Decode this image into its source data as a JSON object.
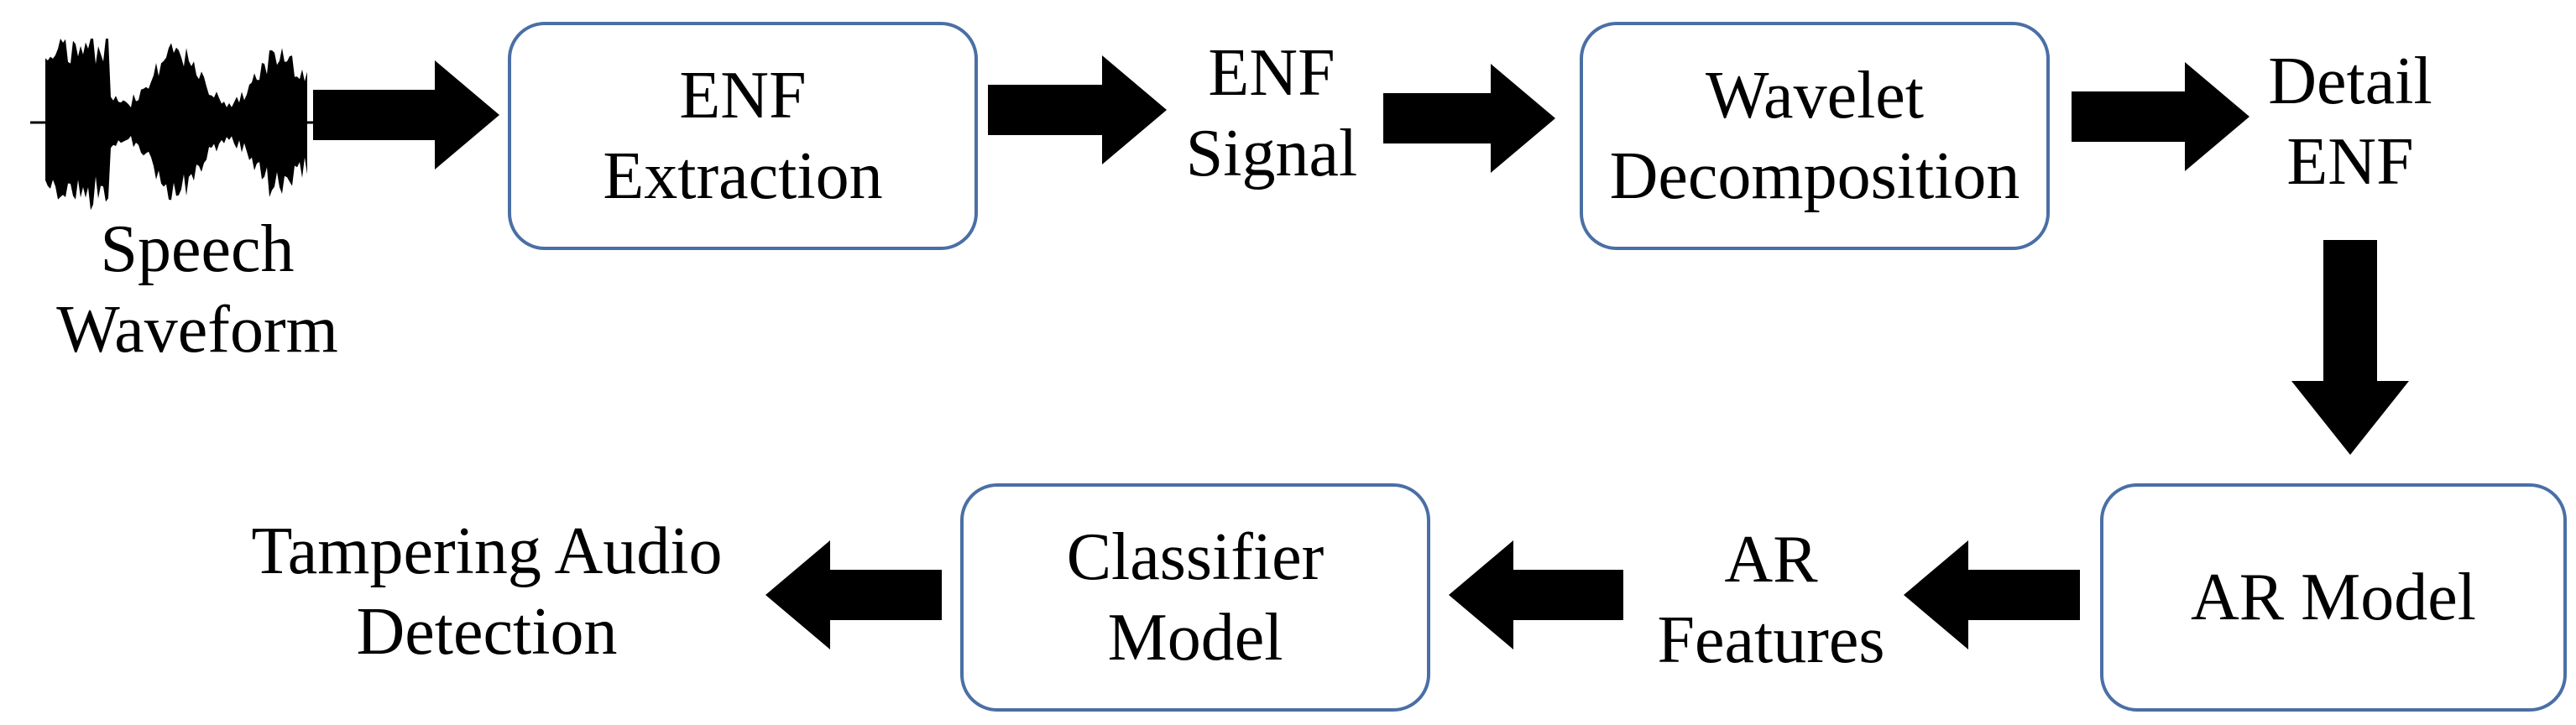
{
  "colors": {
    "box_border": "#4a6fa5",
    "arrow": "#000000",
    "text": "#000000"
  },
  "input": {
    "icon": "speech-waveform-icon",
    "line1": "Speech",
    "line2": "Waveform"
  },
  "nodes": {
    "enf_extraction": {
      "line1": "ENF",
      "line2": "Extraction"
    },
    "enf_signal": {
      "line1": "ENF",
      "line2": "Signal"
    },
    "wavelet_decomposition": {
      "line1": "Wavelet",
      "line2": "Decomposition"
    },
    "detail_enf": {
      "line1": "Detail",
      "line2": "ENF"
    },
    "ar_model": {
      "line1": "AR Model"
    },
    "ar_features": {
      "line1": "AR",
      "line2": "Features"
    },
    "classifier_model": {
      "line1": "Classifier",
      "line2": "Model"
    },
    "output": {
      "line1": "Tampering Audio",
      "line2": "Detection"
    }
  }
}
